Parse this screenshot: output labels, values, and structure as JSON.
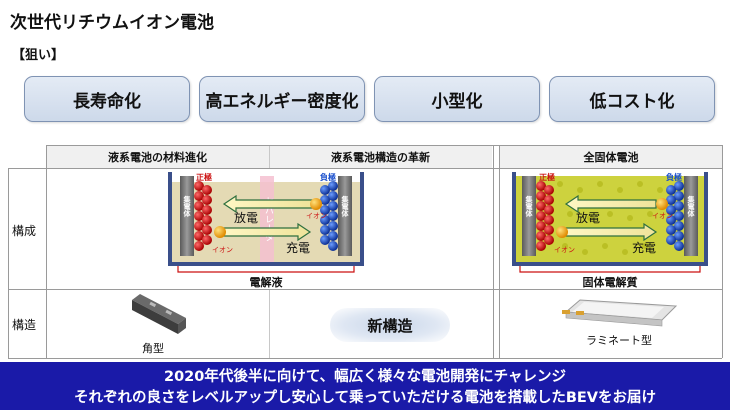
{
  "title": "次世代リチウムイオン電池",
  "aim_label": "【狙い】",
  "goals": [
    "長寿命化",
    "高エネルギー密度化",
    "小型化",
    "低コスト化"
  ],
  "table": {
    "headers": [
      "液系電池の材料進化",
      "液系電池構造の革新",
      "全固体電池"
    ],
    "rows": [
      "構成",
      "構造"
    ]
  },
  "cell_labels": {
    "positive": "正極",
    "negative": "負極",
    "collector": "集電体",
    "separator": "セパレータ",
    "discharge": "放電",
    "charge": "充電",
    "ion": "イオン"
  },
  "electrolyte_liquid": "電解液",
  "electrolyte_solid": "固体電解質",
  "structures": {
    "prismatic": "角型",
    "new": "新構造",
    "laminate": "ラミネート型"
  },
  "banner": {
    "line1": "2020年代後半に向けて、幅広く様々な電池開発にチャレンジ",
    "line2": "それぞれの良さをレベルアップし安心して乗っていただける電池を搭載したBEVをお届け"
  },
  "colors": {
    "banner": "#1a1aa8",
    "goal_fill": "#d7e1ef",
    "positive": "#cc1111",
    "negative": "#1a4fcc",
    "liquid": "#ddd2a8",
    "solid": "#cfd23a",
    "separator": "#f2b8c8"
  }
}
